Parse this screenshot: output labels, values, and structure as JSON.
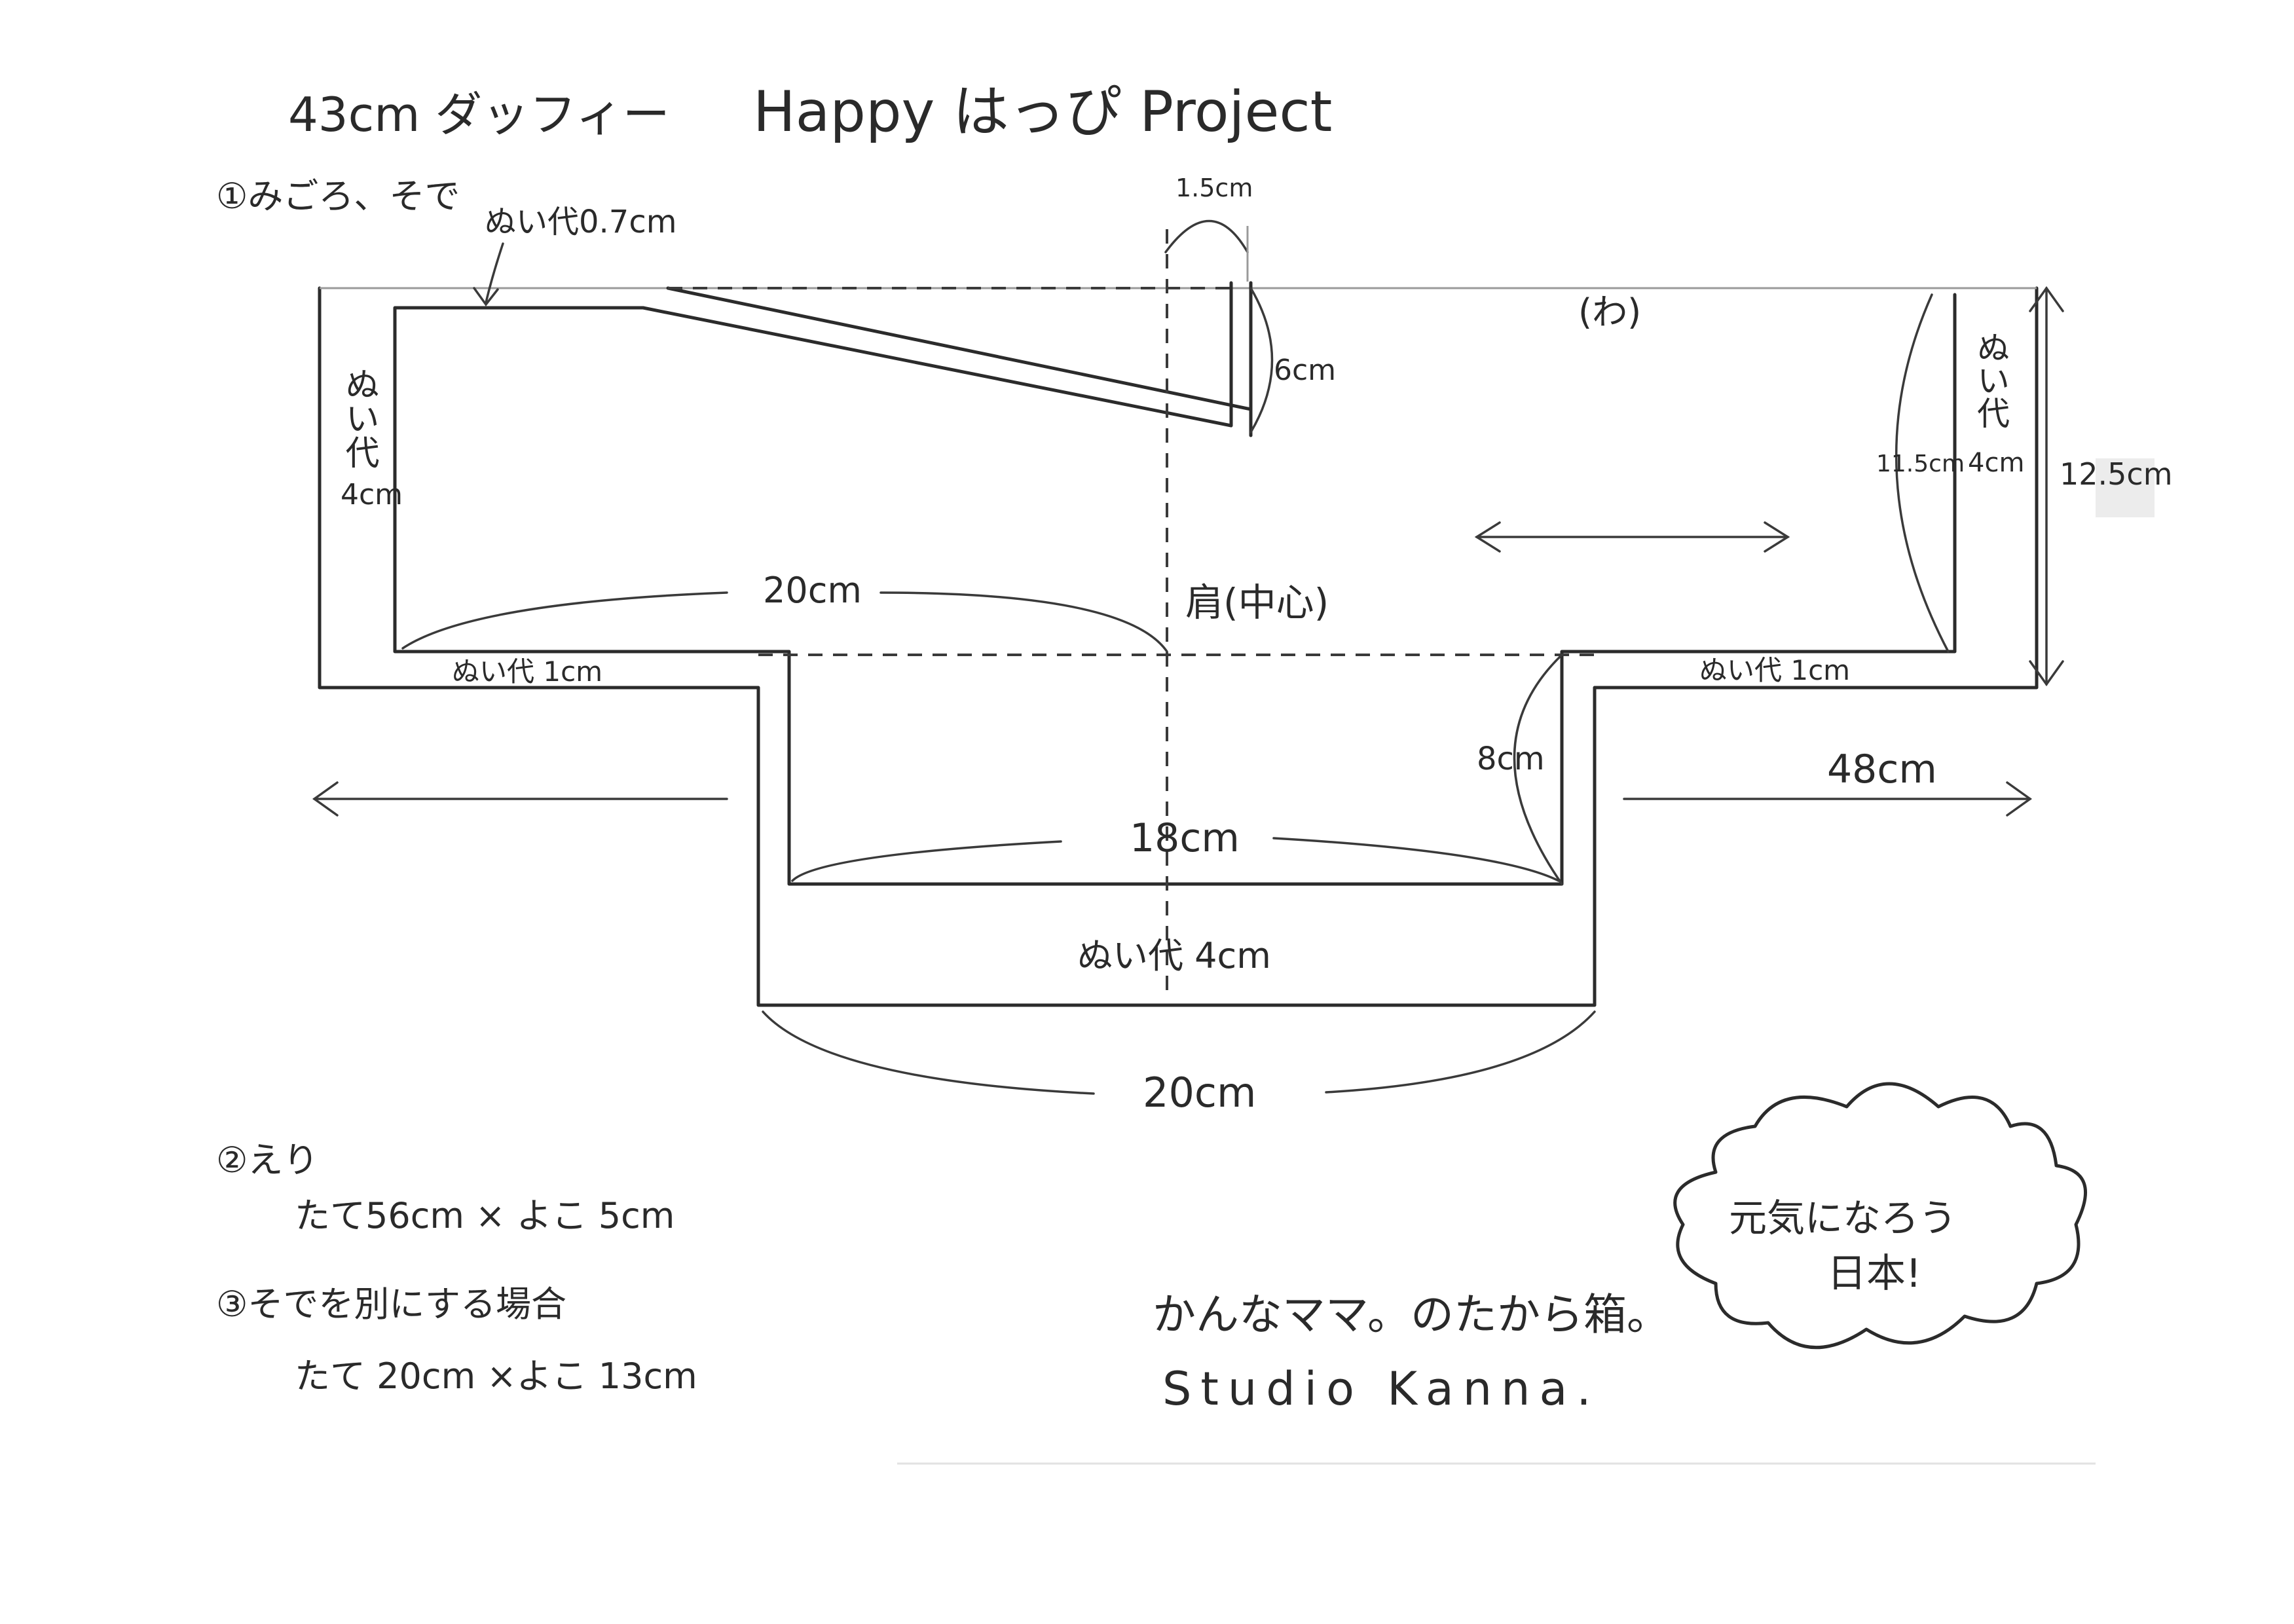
{
  "title": {
    "size": "43cm ダッフィー",
    "project": "Happy はっぴ Project"
  },
  "section1": {
    "heading": "①みごろ、そで",
    "seam_allowance_top": "ぬい代0.7cm",
    "seam_left_vertical": "ぬい代",
    "seam_left_value": "4cm",
    "measure_neck_width": "1.5cm",
    "measure_neck_depth": "6cm",
    "fold_mark": "(わ)",
    "seam_right_vertical": "ぬい代",
    "seam_right_value": "4cm",
    "measure_cuff_height": "11.5cm",
    "measure_total_height": "12.5cm",
    "measure_sleeve_length": "20cm",
    "shoulder_center": "肩(中心)",
    "seam_bottom_left": "ぬい代 1cm",
    "seam_bottom_right": "ぬい代 1cm",
    "measure_side": "8cm",
    "measure_total_width": "48cm",
    "measure_body_inner": "18cm",
    "seam_hem": "ぬい代 4cm",
    "measure_body_outer": "20cm"
  },
  "section2": {
    "heading": "②えり",
    "spec": "たて56cm × よこ 5cm"
  },
  "section3": {
    "heading": "③そでを別にする場合",
    "spec": "たて 20cm ×よこ 13cm"
  },
  "signature": {
    "line1": "かんなママ。のたから箱。",
    "line2": "Studio Kanna."
  },
  "cloud": {
    "line1": "元気になろう",
    "line2": "日本!"
  }
}
